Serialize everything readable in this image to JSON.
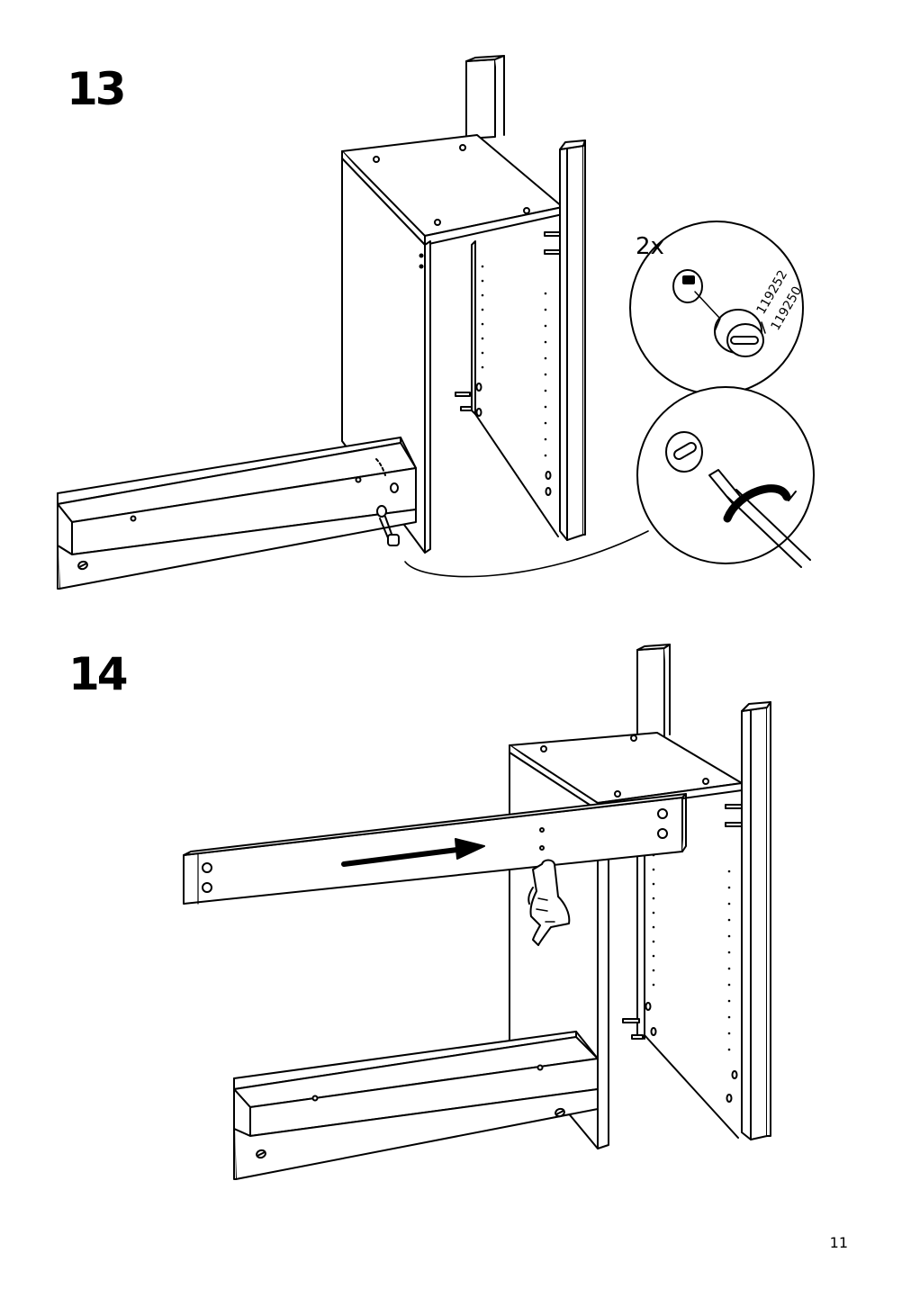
{
  "steps": [
    {
      "number": "13",
      "quantity": "2x",
      "part_numbers": [
        "119252",
        "119250"
      ]
    },
    {
      "number": "14"
    }
  ],
  "page_number": "11",
  "icons": [
    "cam-lock-icon",
    "screwdriver-icon",
    "rotate-arrow-icon",
    "push-direction-arrow-icon",
    "hand-pointer-icon"
  ]
}
